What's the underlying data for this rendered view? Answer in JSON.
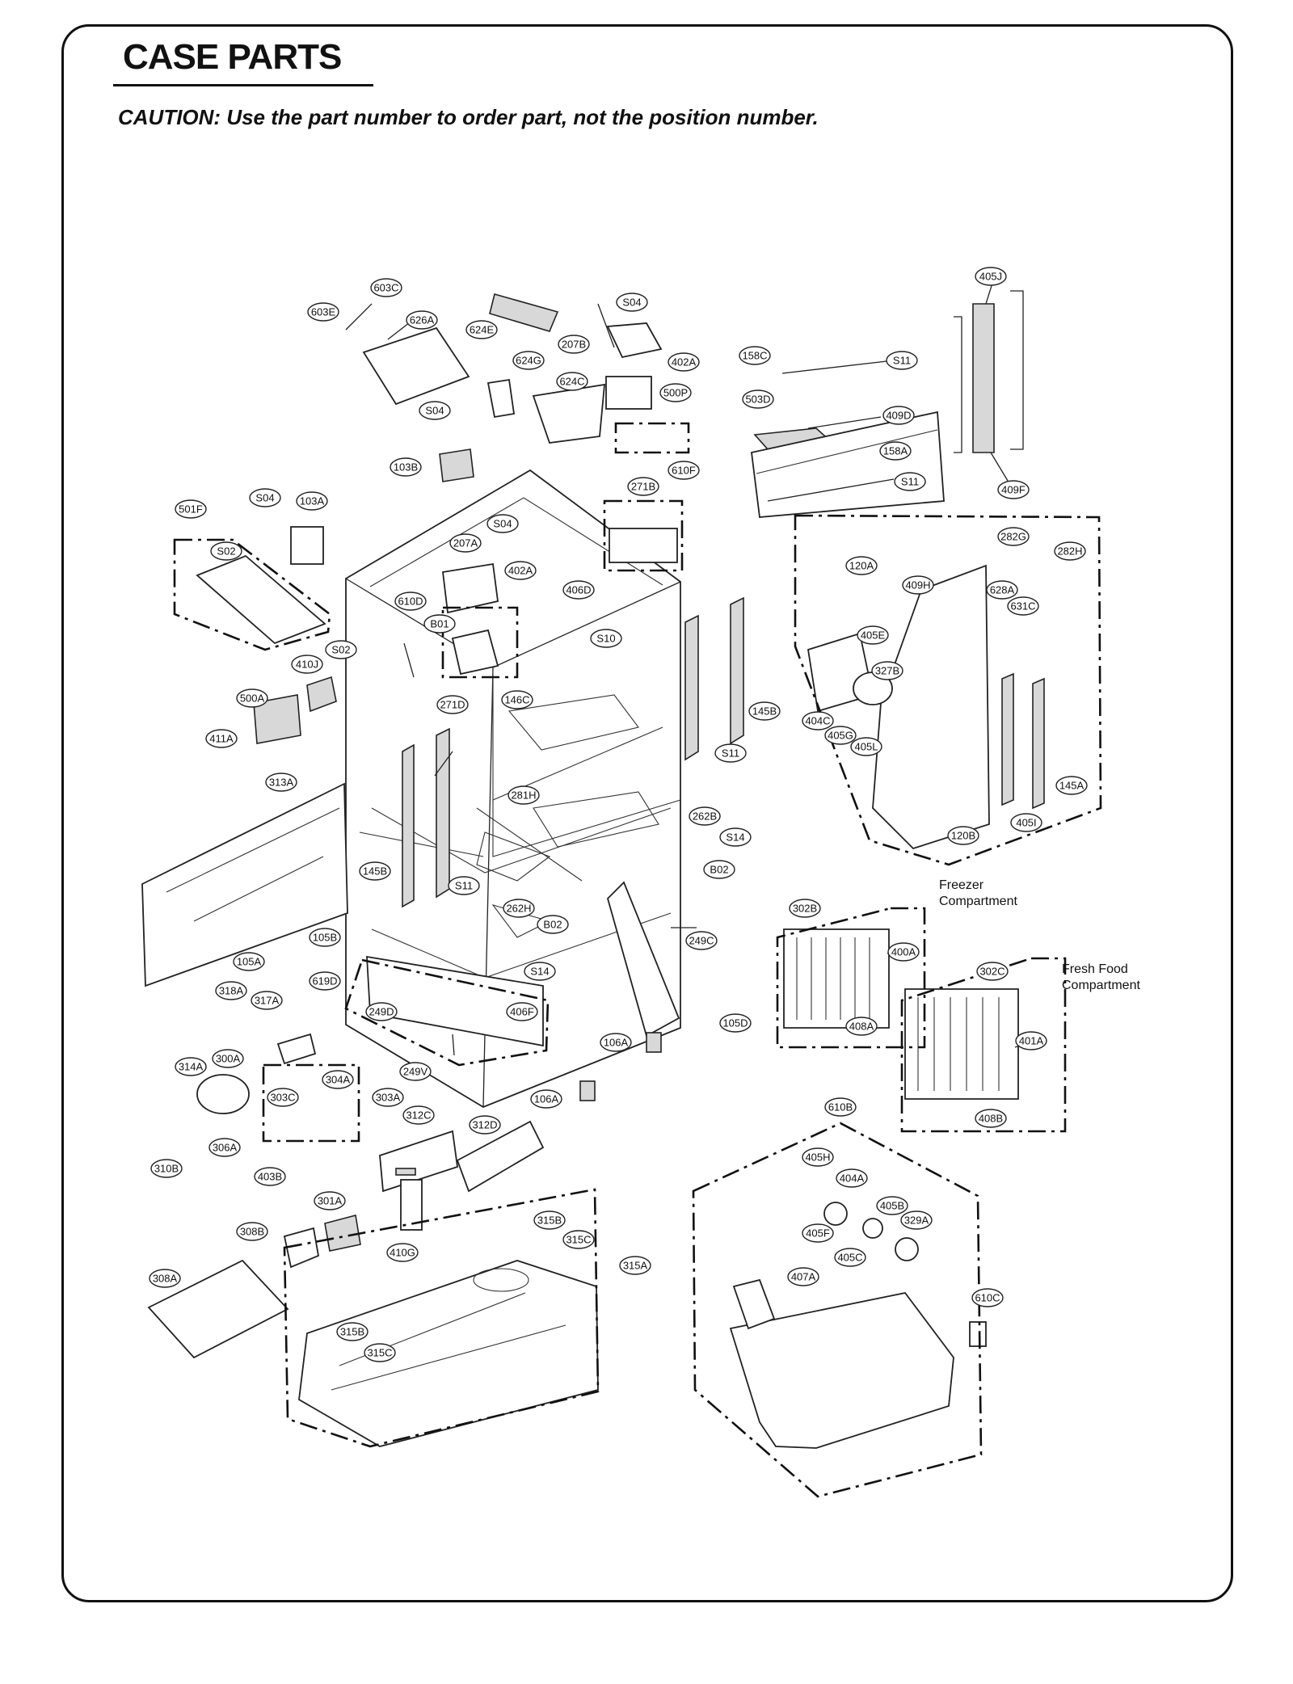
{
  "header": {
    "title": "CASE PARTS",
    "caution": "CAUTION: Use the part number to order part, not the position number."
  },
  "notes": {
    "freezer_line1": "Freezer",
    "freezer_line2": "Compartment",
    "fresh_line1": "Fresh Food",
    "fresh_line2": "Compartment"
  },
  "callouts": [
    "603C",
    "603E",
    "626A",
    "624E",
    "S04",
    "207B",
    "402A",
    "158C",
    "S11",
    "405J",
    "624G",
    "624C",
    "500P",
    "503D",
    "409D",
    "S04",
    "158A",
    "103B",
    "610F",
    "S11",
    "271B",
    "409F",
    "501F",
    "S04",
    "103A",
    "S04",
    "207A",
    "S02",
    "402A",
    "282G",
    "282H",
    "120A",
    "409H",
    "628A",
    "631C",
    "406D",
    "610D",
    "B01",
    "S10",
    "405E",
    "327B",
    "S02",
    "410J",
    "271D",
    "146C",
    "145B",
    "404C",
    "405G",
    "405L",
    "500A",
    "S11",
    "411A",
    "313A",
    "145A",
    "281H",
    "262B",
    "405I",
    "120B",
    "S14",
    "B02",
    "145B",
    "S11",
    "302B",
    "262H",
    "B02",
    "400A",
    "249C",
    "105B",
    "105A",
    "S14",
    "302C",
    "619D",
    "318A",
    "317A",
    "249D",
    "406F",
    "105D",
    "408A",
    "106A",
    "401A",
    "300A",
    "314A",
    "249V",
    "304A",
    "303C",
    "303A",
    "106A",
    "312C",
    "312D",
    "408B",
    "306A",
    "610B",
    "310B",
    "403B",
    "405H",
    "404A",
    "301A",
    "405B",
    "329A",
    "308B",
    "315B",
    "405F",
    "315C",
    "405C",
    "410G",
    "315A",
    "308A",
    "407A",
    "610C",
    "315B",
    "315C"
  ]
}
